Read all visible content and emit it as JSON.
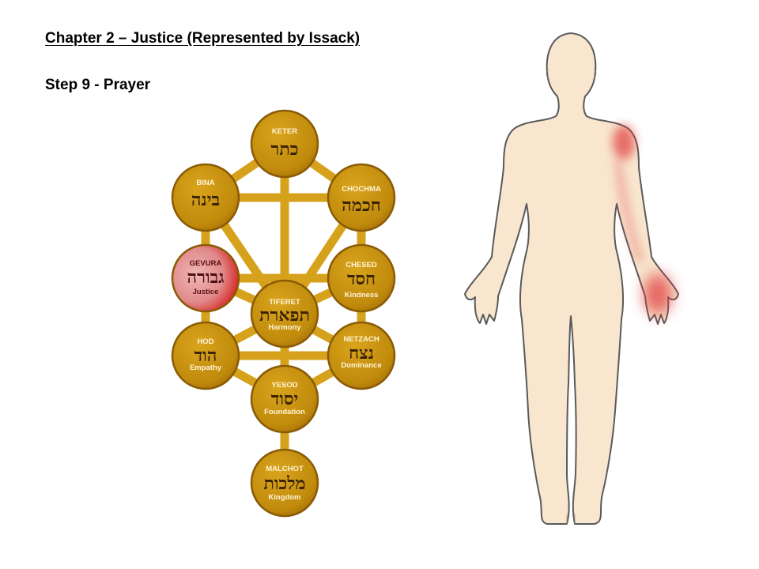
{
  "header": {
    "title": "Chapter 2 – Justice (Represented by Issack)",
    "step": "Step 9 - Prayer"
  },
  "tree": {
    "colors": {
      "node": "#c8920e",
      "node_dark": "#8a5a05",
      "path": "#d6a21c",
      "active": "#d84a4a"
    },
    "nodes": [
      {
        "id": "keter",
        "name": "KETER",
        "hebrew": "כתר",
        "translation": ""
      },
      {
        "id": "bina",
        "name": "BINA",
        "hebrew": "בינה",
        "translation": ""
      },
      {
        "id": "chochma",
        "name": "CHOCHMA",
        "hebrew": "חכמה",
        "translation": ""
      },
      {
        "id": "gevura",
        "name": "GEVURA",
        "hebrew": "גבורה",
        "translation": "Justice",
        "active": true
      },
      {
        "id": "chesed",
        "name": "CHESED",
        "hebrew": "חסד",
        "translation": "Kindness"
      },
      {
        "id": "tiferet",
        "name": "TIFERET",
        "hebrew": "תפארת",
        "translation": "Harmony"
      },
      {
        "id": "hod",
        "name": "HOD",
        "hebrew": "הוד",
        "translation": "Empathy"
      },
      {
        "id": "netzach",
        "name": "NETZACH",
        "hebrew": "נצח",
        "translation": "Dominance"
      },
      {
        "id": "yesod",
        "name": "YESOD",
        "hebrew": "יסוד",
        "translation": "Foundation"
      },
      {
        "id": "malchot",
        "name": "MALCHOT",
        "hebrew": "מלכות",
        "translation": "Kingdom"
      }
    ]
  },
  "body_figure": {
    "skin_color": "#f8e6cf",
    "outline_color": "#5a5a5a",
    "highlight_color": "#e03c3c",
    "highlighted_part": "left-arm"
  }
}
